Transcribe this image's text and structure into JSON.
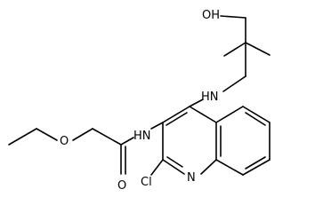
{
  "labels": {
    "oh": "OH",
    "nh_amine": "HN",
    "nh_amide": "HN",
    "o_ether": "O",
    "o_carbonyl": "O",
    "cl": "Cl",
    "n_ring": "N"
  },
  "colors": {
    "ink": "#000000",
    "background": "#ffffff"
  }
}
